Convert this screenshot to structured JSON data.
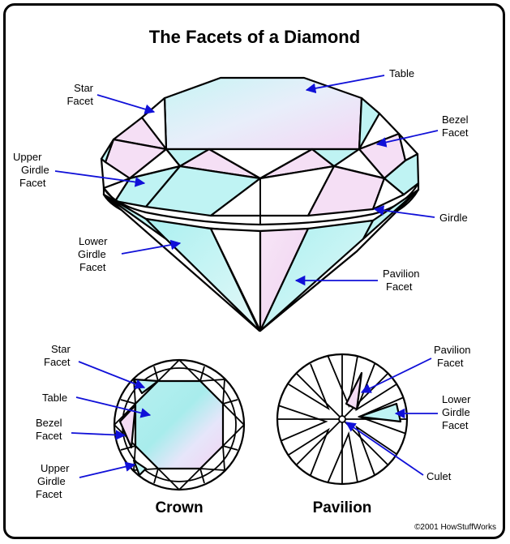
{
  "title": "The Facets of a Diamond",
  "copyright": "©2001 HowStuffWorks",
  "colors": {
    "cyan": "#bff3f3",
    "pink": "#f4dcf4",
    "pointer": "#1010d8",
    "outline": "#000000"
  },
  "main_labels": {
    "table": "Table",
    "star": [
      "Star",
      "Facet"
    ],
    "bezel": [
      "Bezel",
      "Facet"
    ],
    "upper_girdle": [
      "Upper",
      "Girdle",
      "Facet"
    ],
    "girdle": "Girdle",
    "lower_girdle": [
      "Lower",
      "Girdle",
      "Facet"
    ],
    "pavilion": [
      "Pavilion",
      "Facet"
    ]
  },
  "crown": {
    "caption": "Crown",
    "labels": {
      "star": [
        "Star",
        "Facet"
      ],
      "table": "Table",
      "bezel": [
        "Bezel",
        "Facet"
      ],
      "upper_girdle": [
        "Upper",
        "Girdle",
        "Facet"
      ]
    }
  },
  "pavilion": {
    "caption": "Pavilion",
    "labels": {
      "pavilion": [
        "Pavilion",
        "Facet"
      ],
      "lower_girdle": [
        "Lower",
        "Girdle",
        "Facet"
      ],
      "culet": "Culet"
    }
  }
}
